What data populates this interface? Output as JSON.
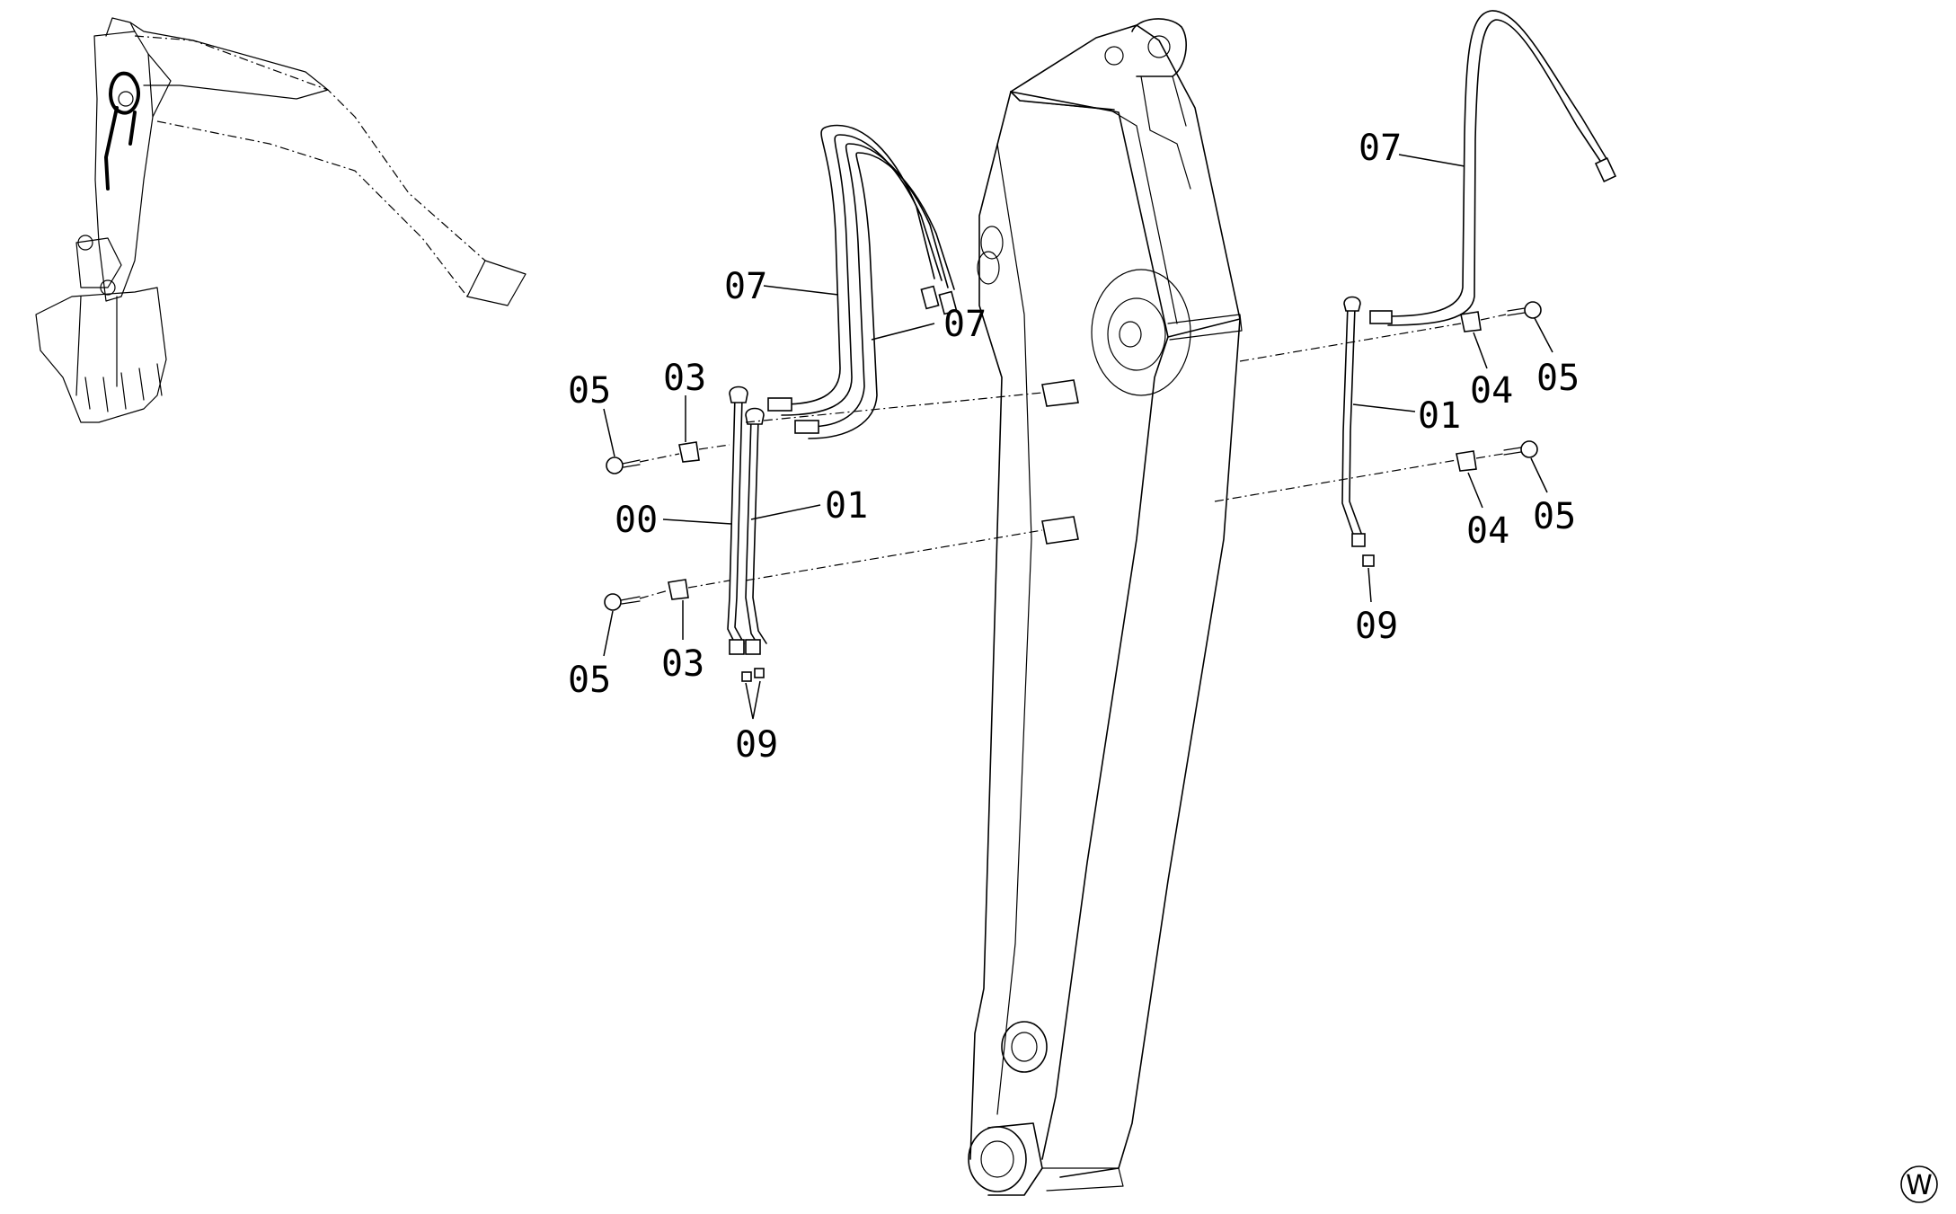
{
  "callouts": {
    "c07_left_outer": "07",
    "c07_left_inner": "07",
    "c07_right": "07",
    "c05_top_left": "05",
    "c03_top": "03",
    "c00": "00",
    "c01_left": "01",
    "c05_bottom_left": "05",
    "c03_bottom": "03",
    "c09_left": "09",
    "c01_right": "01",
    "c04_top": "04",
    "c05_top_right": "05",
    "c04_bottom": "04",
    "c05_bottom_right": "05",
    "c09_right": "09"
  },
  "corner_mark": "W"
}
